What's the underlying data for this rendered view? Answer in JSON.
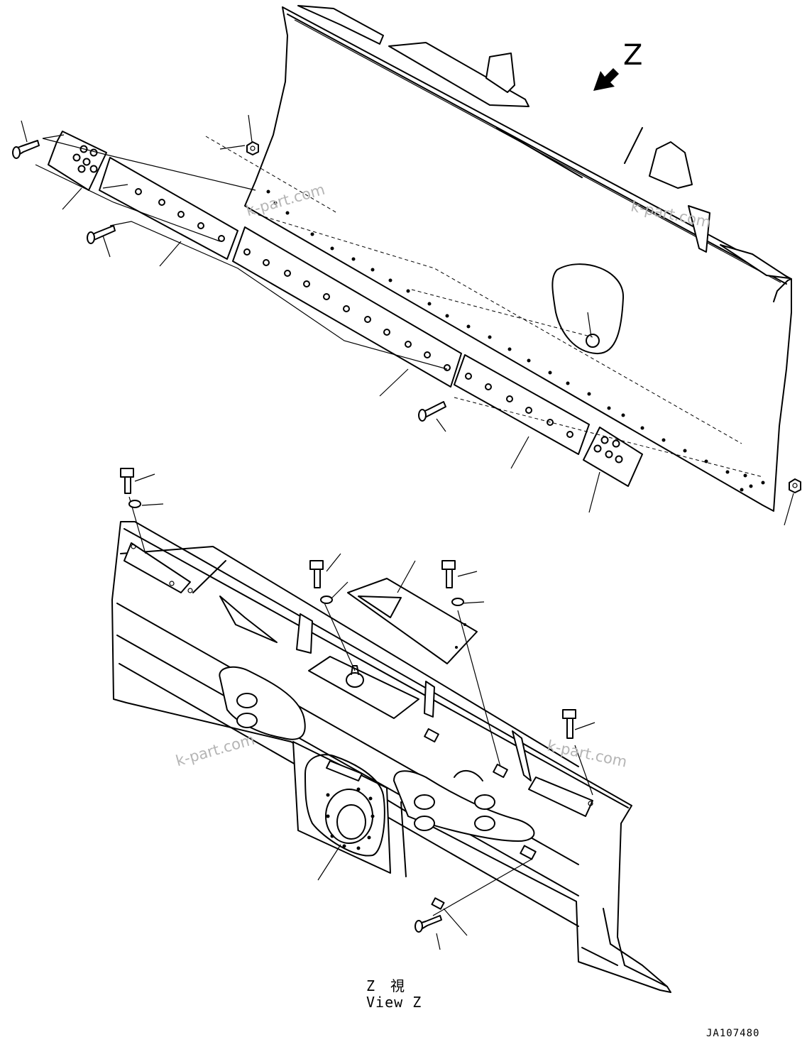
{
  "view_arrow_label": "Z",
  "view_caption_jp": "Z　視",
  "view_caption_en": "View Z",
  "drawing_number": "JA107480",
  "watermark": "k-part.com"
}
